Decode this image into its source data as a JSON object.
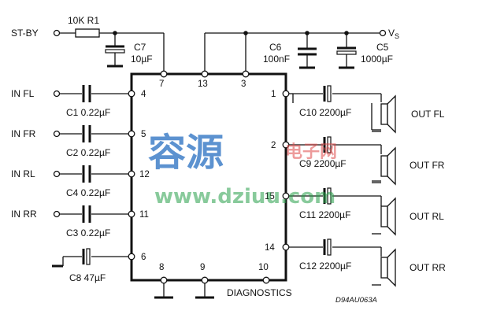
{
  "ic": {
    "pins": {
      "p7": "7",
      "p13": "13",
      "p3": "3",
      "p4": "4",
      "p5": "5",
      "p12": "12",
      "p11": "11",
      "p6": "6",
      "p8": "8",
      "p9": "9",
      "p10": "10",
      "p1": "1",
      "p2": "2",
      "p15": "15",
      "p14": "14"
    },
    "diagnostics": "DIAGNOSTICS"
  },
  "inputs": {
    "st_by": "ST-BY",
    "in_fl": "IN FL",
    "in_fr": "IN FR",
    "in_rl": "IN RL",
    "in_rr": "IN RR"
  },
  "components": {
    "r1": "10K R1",
    "c7_name": "C7",
    "c7_val": "10µF",
    "c6_name": "C6",
    "c6_val": "100nF",
    "c5_name": "C5",
    "c5_val": "1000µF",
    "c1": "C1 0.22µF",
    "c2": "C2 0.22µF",
    "c4": "C4 0.22µF",
    "c3": "C3 0.22µF",
    "c8": "C8 47µF",
    "c10": "C10 2200µF",
    "c9": "C9 2200µF",
    "c11": "C11 2200µF",
    "c12": "C12 2200µF"
  },
  "supply": {
    "vs_main": "V",
    "vs_sub": "S"
  },
  "outputs": {
    "out_fl": "OUT FL",
    "out_fr": "OUT FR",
    "out_rl": "OUT RL",
    "out_rr": "OUT RR"
  },
  "drawing_code": "D94AU063A",
  "watermark": {
    "chars": "容源",
    "sub": "电子网",
    "url": "www.dziuu.com"
  }
}
